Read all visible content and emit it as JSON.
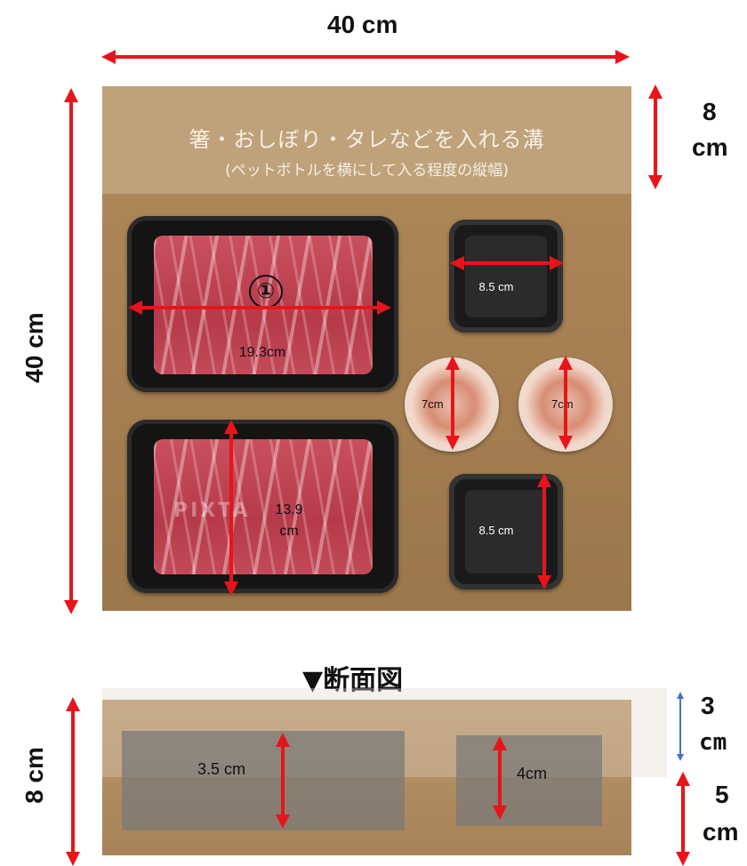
{
  "top_width_label": "40 cm",
  "left_height_label": "40 cm",
  "groove_depth_label": {
    "value": "8",
    "unit": "cm"
  },
  "groove": {
    "title": "箸・おしぼり・タレなどを入れる溝",
    "subtitle": "(ペットボトルを横にして入る程度の縦幅)"
  },
  "items": {
    "tray1_number": "①",
    "tray1_width_label": "19.3cm",
    "tray2_height_label": "13.9 cm",
    "cup1_label": "8.5 cm",
    "cup2_label": "8.5 cm",
    "sauce1_label": "7cm",
    "sauce2_label": "7cm"
  },
  "watermark": "PIXTA",
  "section": {
    "title": "▼断面図",
    "left_height_label": "8 cm",
    "upper_label": {
      "value": "3",
      "unit": "cm"
    },
    "lower_label": {
      "value": "5",
      "unit": "cm"
    },
    "box1_label": "3.5 cm",
    "box2_label": "4cm"
  },
  "colors": {
    "arrow_red": "#e8141b",
    "arrow_blue": "#4472c4",
    "box_brown": "#a57f52",
    "tray_black": "#141414"
  }
}
